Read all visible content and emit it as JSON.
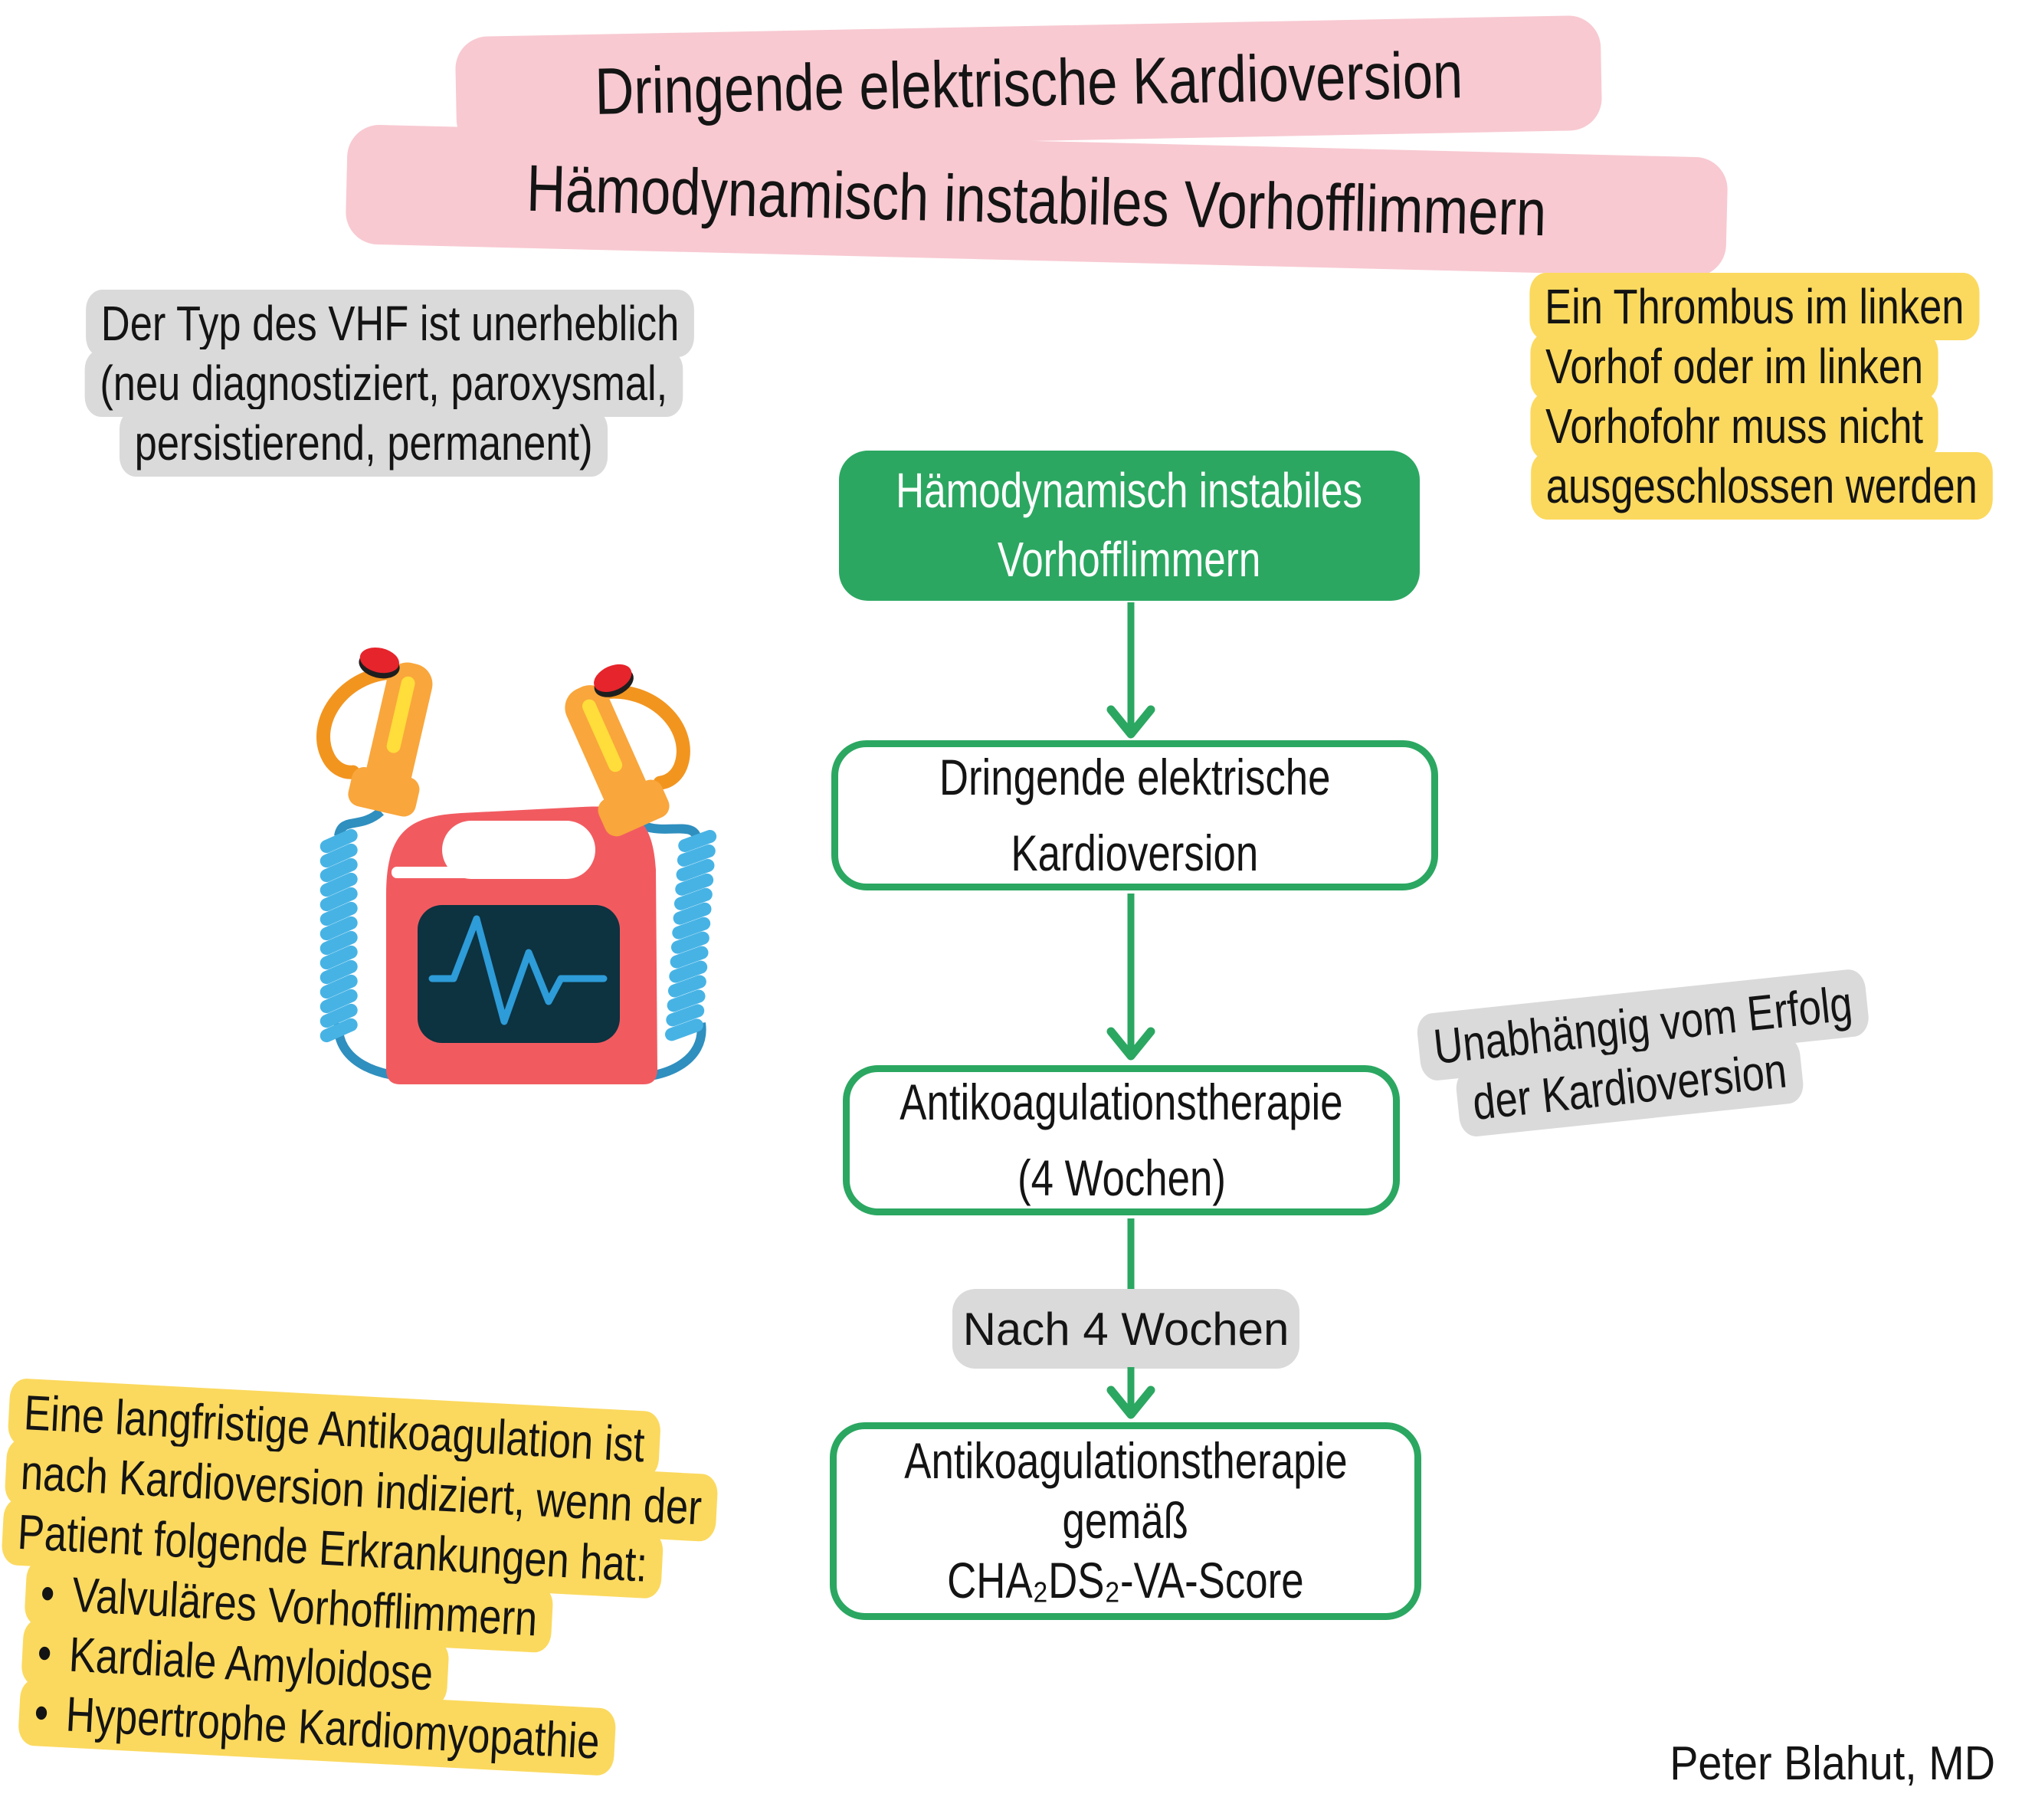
{
  "titles": {
    "banner1": "Dringende elektrische Kardioversion",
    "banner2": "Hämodynamisch instabiles Vorhofflimmern"
  },
  "notes": {
    "vhf_type": {
      "lines": [
        "Der Typ des VHF ist unerheblich",
        "(neu diagnostiziert, paroxysmal,",
        "persistierend, permanent)"
      ]
    },
    "thrombus": {
      "lines": [
        "Ein Thrombus im linken",
        "Vorhof oder im linken",
        "Vorhofohr muss nicht",
        "ausgeschlossen werden"
      ]
    },
    "independent": {
      "lines": [
        "Unabhängig vom Erfolg",
        "der Kardioversion"
      ]
    },
    "longterm": {
      "intro": [
        "Eine langfristige Antikoagulation ist",
        "nach Kardioversion indiziert, wenn der",
        "Patient folgende Erkrankungen hat:"
      ],
      "bullets": [
        "Valvuläres Vorhofflimmern",
        "Kardiale Amyloidose",
        "Hypertrophe Kardiomyopathie"
      ]
    }
  },
  "labels": {
    "after_4_weeks": "Nach 4 Wochen"
  },
  "flow": {
    "start": {
      "lines": [
        "Hämodynamisch instabiles",
        "Vorhofflimmern"
      ]
    },
    "cardioversion": {
      "lines": [
        "Dringende elektrische",
        "Kardioversion"
      ]
    },
    "anticoagulation": {
      "lines": [
        "Antikoagulationstherapie",
        "(4 Wochen)"
      ]
    },
    "anticoagulation_long": {
      "lines": [
        "Antikoagulationstherapie",
        "gemäß",
        "CHA₂DS₂-VA-Score"
      ]
    }
  },
  "footer": {
    "author": "Peter Blahut, MD"
  },
  "colors": {
    "banner_pink": "#F8C9D1",
    "note_yellow": "#FBD95E",
    "note_gray": "#DADADA",
    "flow_green": "#2BA761",
    "text": "#141414",
    "defib_red": "#F15B60",
    "defib_orange": "#F9A63C",
    "defib_handle_orange": "#F2951F",
    "defib_stripe_yellow": "#FFDD3B",
    "defib_coil_blue": "#47B3E5",
    "defib_cable_blue": "#2F8FBF",
    "defib_screen_navy": "#0D3240",
    "defib_ecg_blue": "#2D9CD8",
    "defib_button_red": "#E6242B"
  },
  "illustration": {
    "defibrillator": "manual defibrillator with two paddles, coiled cables and ECG screen"
  }
}
